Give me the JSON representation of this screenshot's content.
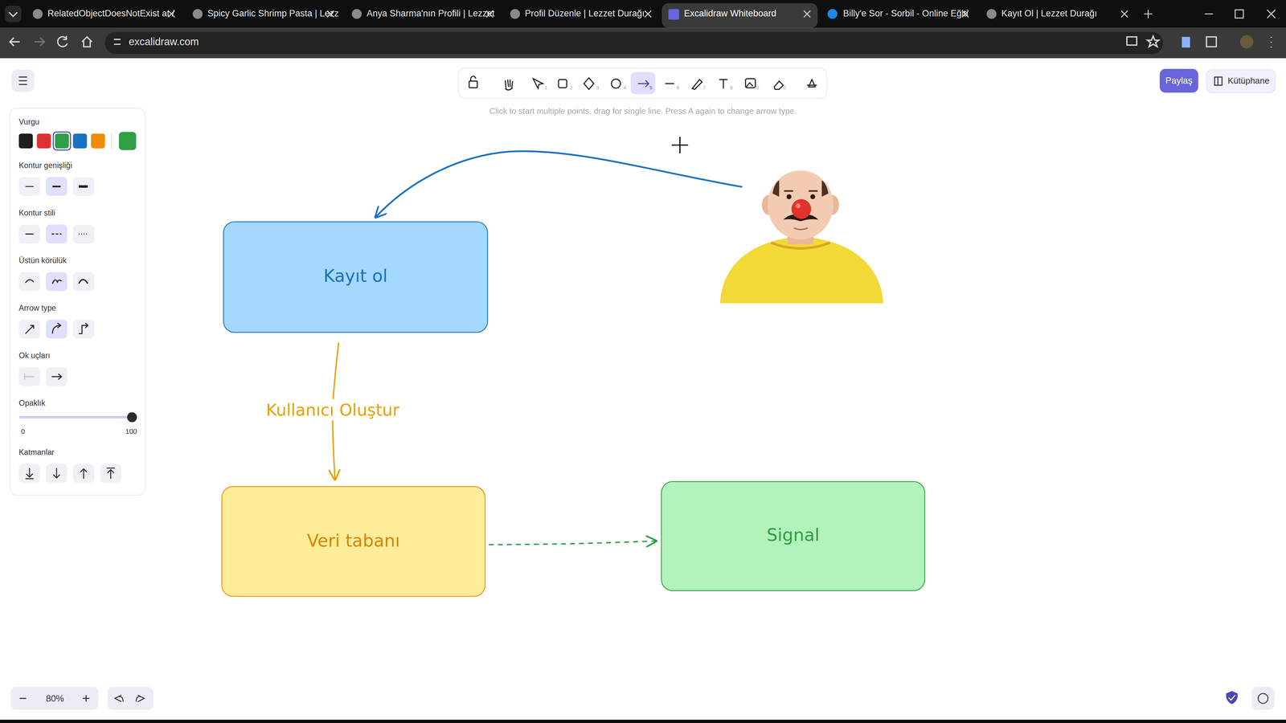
{
  "diagram": {
    "nodes": [
      {
        "text": [
          "Kayıt ol"
        ]
      },
      {
        "text": [
          "Veri tabanı"
        ]
      },
      {
        "text": [
          "Signal"
        ]
      }
    ],
    "edges": [
      {
        "from": 0,
        "to": 1,
        "arrow": "to",
        "label": "Kullanıcı Oluştur"
      },
      {
        "from": 1,
        "to": 2,
        "arrow": "to"
      }
    ],
    "labels": [
      "RelatedObjectDoesNotExist at /",
      "Spicy Garlic Shrimp Pasta | Lezz",
      "Anya Sharma'nın Profili | Lezzet",
      "Profil Düzenle | Lezzet Durağı",
      "Excalidraw Whiteboard",
      "Billy'e Sor - Sorbil - Online Eğiti",
      "Kayıt Ol | Lezzet Durağı",
      "excalidraw.com",
      "Click to start multiple points, drag for single line. Press A again to change arrow type.",
      "Vurgu",
      "Kontur genişliği",
      "Kontur stili",
      "Üstün körülük",
      "Arrow type",
      "Ok uçları",
      "Opaklık",
      "0",
      "100",
      "Katmanlar",
      "Paylaş",
      "Kütüphane",
      "80%",
      "1",
      "2",
      "3",
      "4",
      "5",
      "6",
      "7",
      "8",
      "9",
      "0"
    ]
  }
}
